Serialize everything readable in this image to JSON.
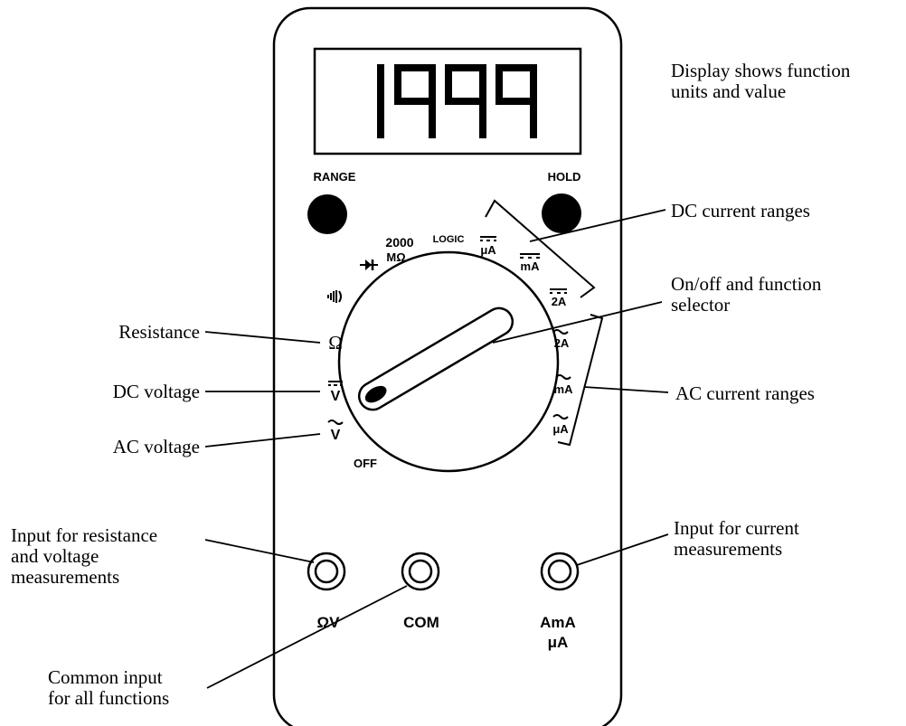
{
  "display": {
    "reading": "1999"
  },
  "buttons": {
    "range": "RANGE",
    "hold": "HOLD"
  },
  "dial": {
    "off": "OFF",
    "ac_voltage": "V",
    "dc_voltage": "V",
    "resistance": "Ω",
    "continuity_icon": "speaker-icon",
    "diode_icon": "diode-icon",
    "megohm_value": "2000",
    "megohm_unit": "MΩ",
    "logic": "LOGIC",
    "dc_ua": "μA",
    "dc_ma": "mA",
    "dc_2a": "2A",
    "ac_2a": "2A",
    "ac_ma": "mA",
    "ac_ua": "μA"
  },
  "jacks": {
    "ohm_volt": "ΩV",
    "com": "COM",
    "current_line1": "AmA",
    "current_line2": "μA"
  },
  "annotations": {
    "display": [
      "Display shows function",
      "units and value"
    ],
    "dc_current": "DC current ranges",
    "selector": [
      "On/off and function",
      "selector"
    ],
    "ac_current": "AC current ranges",
    "resistance": "Resistance",
    "dc_voltage": "DC voltage",
    "ac_voltage": "AC voltage",
    "input_rv": [
      "Input for resistance",
      "and voltage",
      "measurements"
    ],
    "input_current": [
      "Input for current",
      "measurements"
    ],
    "common": [
      "Common input",
      "for all functions"
    ]
  },
  "colors": {
    "ink": "#000000",
    "paper": "#ffffff"
  }
}
